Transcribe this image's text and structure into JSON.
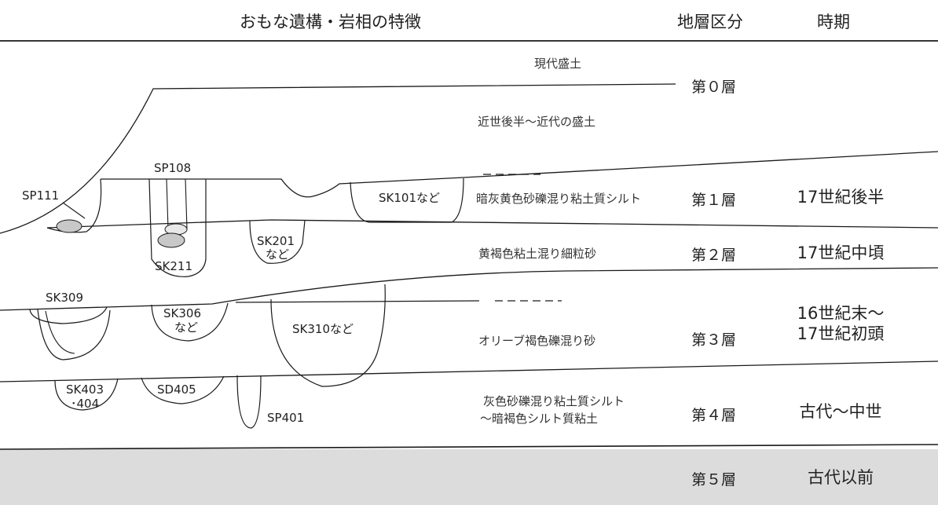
{
  "header": {
    "features_title": "おもな遺構・岩相の特徴",
    "layer_title": "地層区分",
    "period_title": "時期"
  },
  "descriptions": {
    "modern_fill": "現代盛土",
    "early_modern_fill": "近世後半～近代の盛土",
    "layer1": "暗灰黄色砂礫混り粘土質シルト",
    "layer2": "黄褐色粘土混り細粒砂",
    "layer3": "オリーブ褐色礫混り砂",
    "layer4_line1": "灰色砂礫混り粘土質シルト",
    "layer4_line2": "～暗褐色シルト質粘土"
  },
  "layers": {
    "l0": "第０層",
    "l1": "第１層",
    "l2": "第２層",
    "l3": "第３層",
    "l4": "第４層",
    "l5": "第５層"
  },
  "periods": {
    "p1": "17世紀後半",
    "p2": "17世紀中頃",
    "p3_line1": "16世紀末～",
    "p3_line2": "17世紀初頭",
    "p4": "古代～中世",
    "p5": "古代以前"
  },
  "features": {
    "sp111": "SP111",
    "sp108": "SP108",
    "sk101": "SK101など",
    "sk201_line1": "SK201",
    "sk201_line2": "など",
    "sk211": "SK211",
    "sk309": "SK309",
    "sk306_line1": "SK306",
    "sk306_line2": "など",
    "sk310": "SK310など",
    "sk403_line1": "SK403",
    "sk403_line2": "･404",
    "sd405": "SD405",
    "sp401": "SP401"
  },
  "colors": {
    "line": "#1a1a1a",
    "stone_fill": "#c8c8c8",
    "layer5_fill": "#dcdcdc"
  }
}
